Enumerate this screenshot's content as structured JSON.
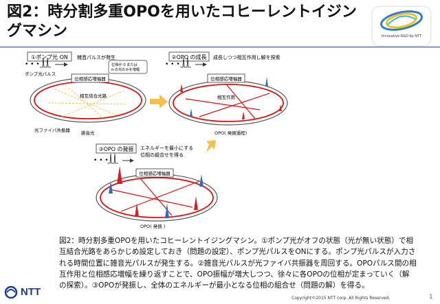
{
  "title": "図2：時分割多重OPOを用いたコヒーレントイジングマシン",
  "logo": {
    "text": "Innovative R&D by NTT"
  },
  "panels": {
    "p1": {
      "label": "①ポンプ光 ON",
      "note": "雑音パルスが発生",
      "pump": "ポンプ光パルス",
      "amp": "位相感応増幅器",
      "bubble": "位相が 0 または\nπ の光のみを増幅",
      "coupling": "相互結合光路",
      "resonator": "光ファイバ共振器",
      "noise": "雑音光"
    },
    "p2": {
      "label": "②OPO の成長",
      "note": "成長しつつ相互作用し解を探索",
      "amp": "位相感応増幅器",
      "interaction": "相互作用",
      "opo": "OPO( 発振過程)"
    },
    "p3": {
      "label": "③OPO の発振",
      "note": "エネルギーを最小にする\n位相の組合せを得る",
      "amp": "位相感応増幅器",
      "opo": "OPO( 発振 )"
    }
  },
  "caption": "図2：時分割多重OPOを用いたコヒーレントイジングマシン。①ポンプ光がオフの状態（光が無い状態）で相互結合光路をあらかじめ設定しておき（問題の設定）、ポンプ光パルスをONにする。ポンプ光パルスが入力される時間位置に雑音光パルスが発生する。②雑音光パルスが光ファイバ共振器を周回する。OPOパルス間の相互作用と位相感応増幅を繰り返すことで、OPO振幅が増大しつつ、徐々に各OPOの位相が定まっていく（解の探索）。③OPOが発振し、全体のエネルギーが最小となる位相の組合せ（問題の解）を得る。",
  "footer": {
    "copyright": "Copyright©2015  NTT corp. All Rights Reserved.",
    "page": "1",
    "brand": "NTT"
  },
  "colors": {
    "ring": "#e01010",
    "red_pulse": "#d62020",
    "blue_pulse": "#2a6fc0",
    "noise": "#f2c84b",
    "arrow": "#f5c04a"
  }
}
